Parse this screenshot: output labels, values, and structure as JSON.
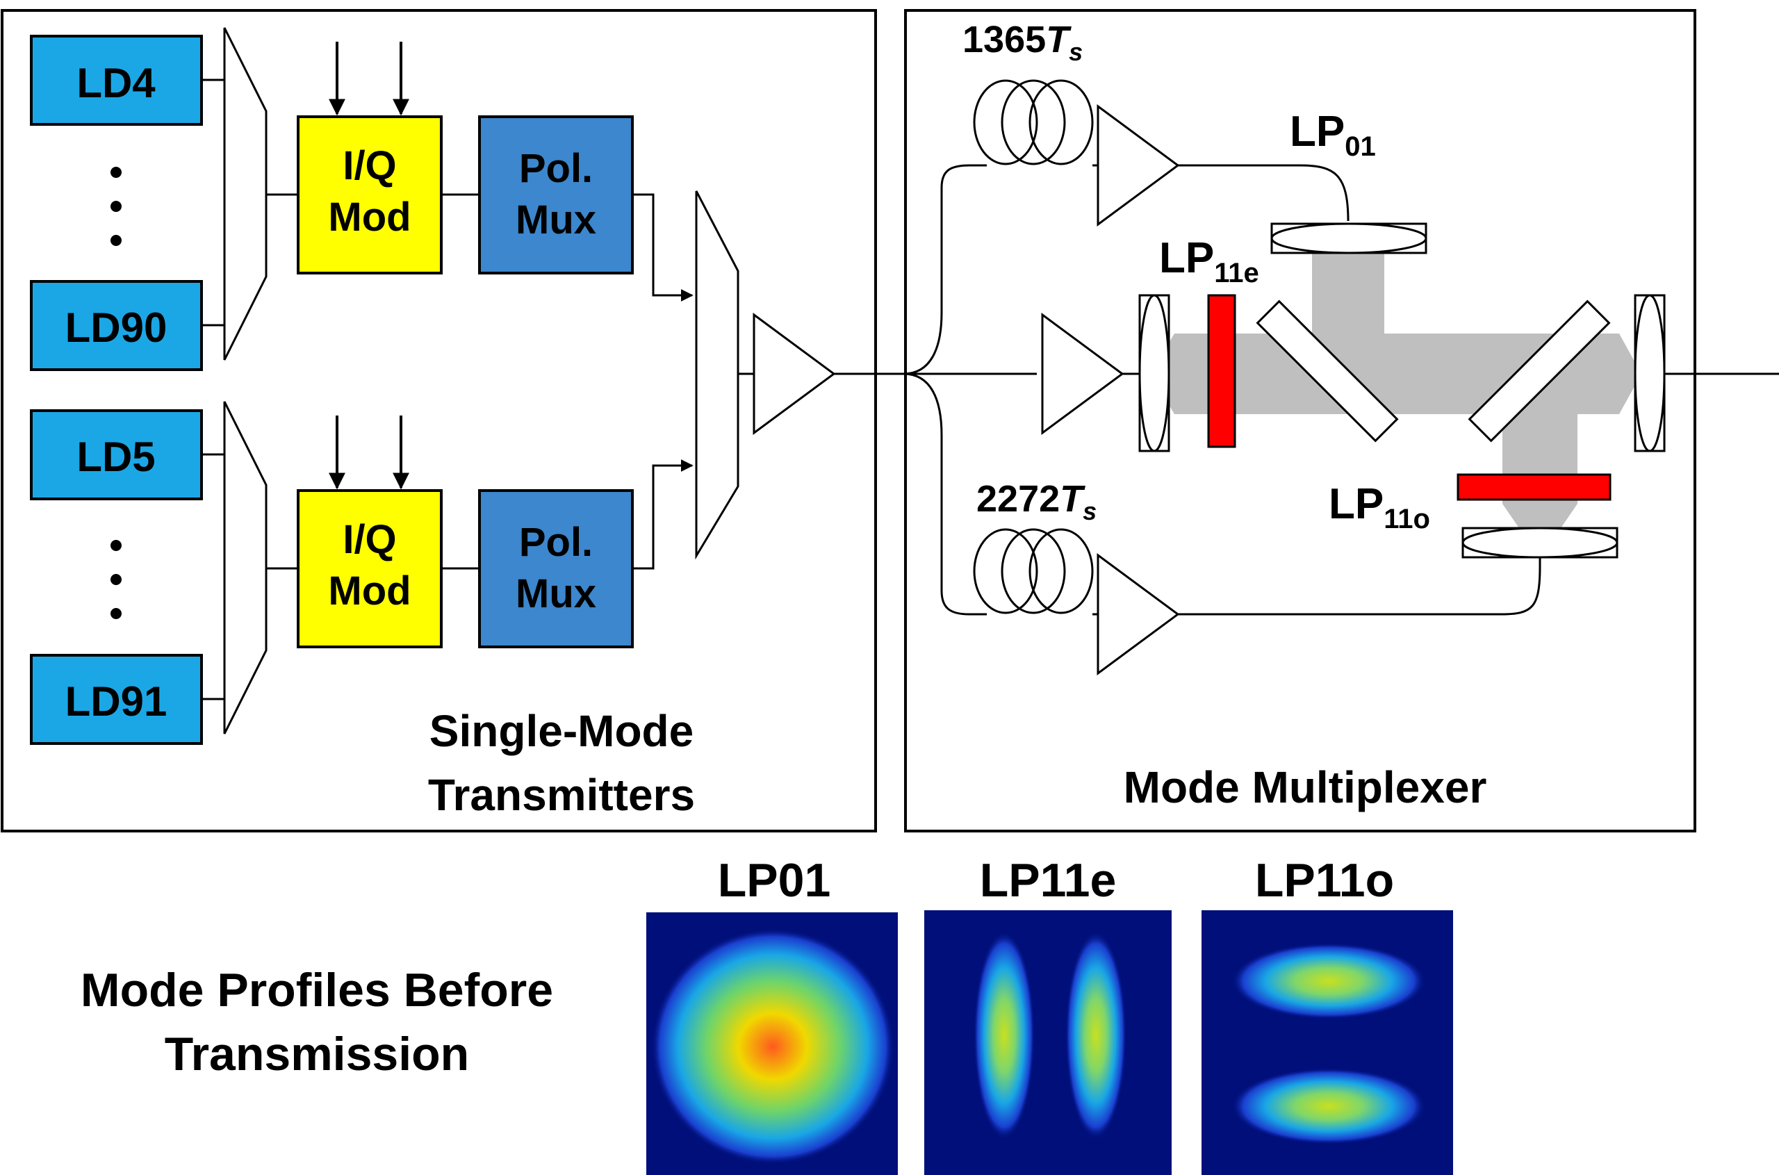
{
  "transmitter": {
    "laser_top_first": "LD4",
    "laser_top_last": "LD90",
    "laser_bottom_first": "LD5",
    "laser_bottom_last": "LD91",
    "iq_line1": "I/Q",
    "iq_line2": "Mod",
    "pol_line1": "Pol.",
    "pol_line2": "Mux",
    "title_line1": "Single-Mode",
    "title_line2": "Transmitters"
  },
  "multiplexer": {
    "delay_top_value": "1365",
    "delay_bottom_value": "2272",
    "delay_symbol": "T",
    "delay_subscript": "s",
    "mode_base": "LP",
    "lp01_sub": "01",
    "lp11e_sub": "11e",
    "lp11o_sub": "11o",
    "title": "Mode Multiplexer"
  },
  "profiles": {
    "caption_line1": "Mode Profiles Before",
    "caption_line2": "Transmission",
    "labels": [
      "LP01",
      "LP11e",
      "LP11o"
    ]
  },
  "colors": {
    "laser_box": "#1ba7e6",
    "modulator_box": "#ffff00",
    "polmux_box": "#3c87cd",
    "phase_plate": "#ff0000",
    "beam": "#bfbfbf",
    "profile_background": "#000f7a"
  }
}
